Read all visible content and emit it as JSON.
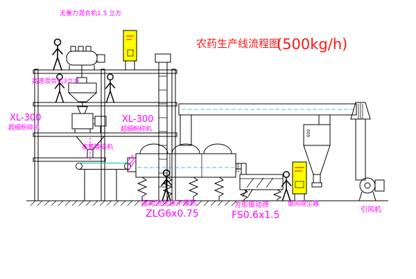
{
  "title": {
    "name": "农药生产线流程图",
    "capacity": "(500kg/h)"
  },
  "equipment_labels": {
    "gravity_free_mixer": "无重力混合机1.5 立方",
    "high_speed_mixer": "高速混合机3立方",
    "mill_left_model": "XL-300",
    "mill_left_name": "超细粉碎机",
    "mill_mid_model": "XL-300",
    "mill_mid_name": "超细粉碎机",
    "belt_conveyor": "皮带输送机",
    "dryer_name": "振动流化床干燥机",
    "dryer_model": "ZLG6x0.75",
    "sieve_name": "方形振动筛",
    "sieve_model": "FS0.6x1.5",
    "cyclone": "旋风除尘器",
    "fan": "引风机"
  },
  "dimensions": {
    "cyclone_diameter": "600",
    "sieve_length": "1500"
  },
  "colors": {
    "line": "#000000",
    "label": "#ff00ff",
    "title": "#ff1414",
    "cabinet": "#ffff00",
    "accent": "#00b8b8"
  }
}
